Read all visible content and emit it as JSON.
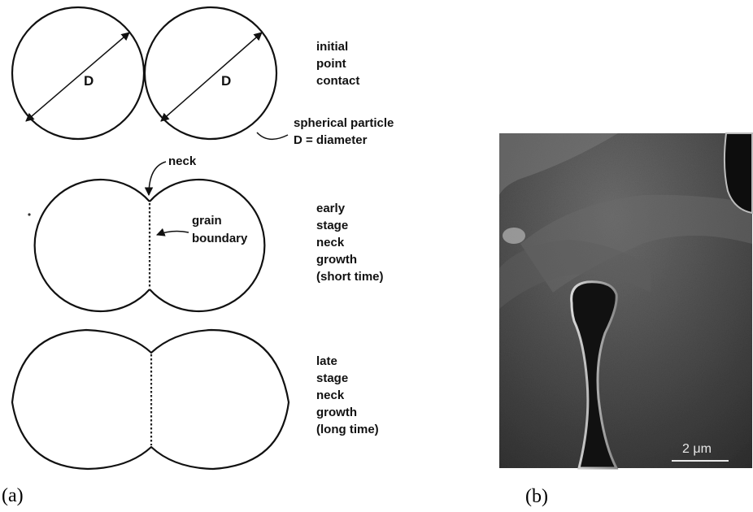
{
  "diagram": {
    "stage1": {
      "particle_labels": [
        "D",
        "D"
      ],
      "description_lines": [
        "initial",
        "point",
        "contact"
      ],
      "particle_note_lines": [
        "spherical particle",
        "D = diameter"
      ]
    },
    "stage2": {
      "neck_label": "neck",
      "boundary_label_lines": [
        "grain",
        "boundary"
      ],
      "description_lines": [
        "early",
        "stage",
        "neck",
        "growth",
        "(short time)"
      ]
    },
    "stage3": {
      "description_lines": [
        "late",
        "stage",
        "neck",
        "growth",
        "(long time)"
      ]
    },
    "micrograph": {
      "scale_bar_label": "2 μm"
    },
    "captions": {
      "left": "(a)",
      "right": "(b)"
    }
  }
}
